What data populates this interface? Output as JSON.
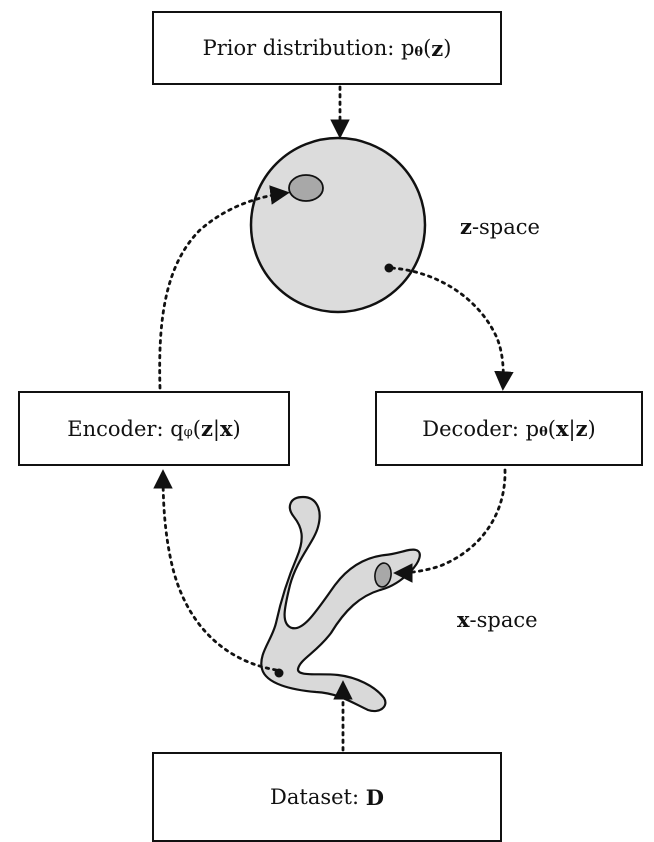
{
  "prior": {
    "label_text": "Prior distribution: p",
    "sub": "θ",
    "arg_open": "(",
    "arg": "z",
    "arg_close": ")"
  },
  "encoder": {
    "label_text": "Encoder: q",
    "sub": "φ",
    "arg_open": "(",
    "arg1": "z",
    "bar": "|",
    "arg2": "x",
    "arg_close": ")"
  },
  "decoder": {
    "label_text": "Decoder: p",
    "sub": "θ",
    "arg_open": "(",
    "arg1": "x",
    "bar": "|",
    "arg2": "z",
    "arg_close": ")"
  },
  "dataset": {
    "label_text": "Dataset: ",
    "symbol": "D"
  },
  "z_space": {
    "symbol": "z",
    "suffix": "-space"
  },
  "x_space": {
    "symbol": "x",
    "suffix": "-space"
  },
  "colors": {
    "stroke": "#111111",
    "sphere_fill": "#dcdcdc",
    "blob_fill": "#a8a8a8",
    "manifold_fill": "#d9d9d9"
  }
}
